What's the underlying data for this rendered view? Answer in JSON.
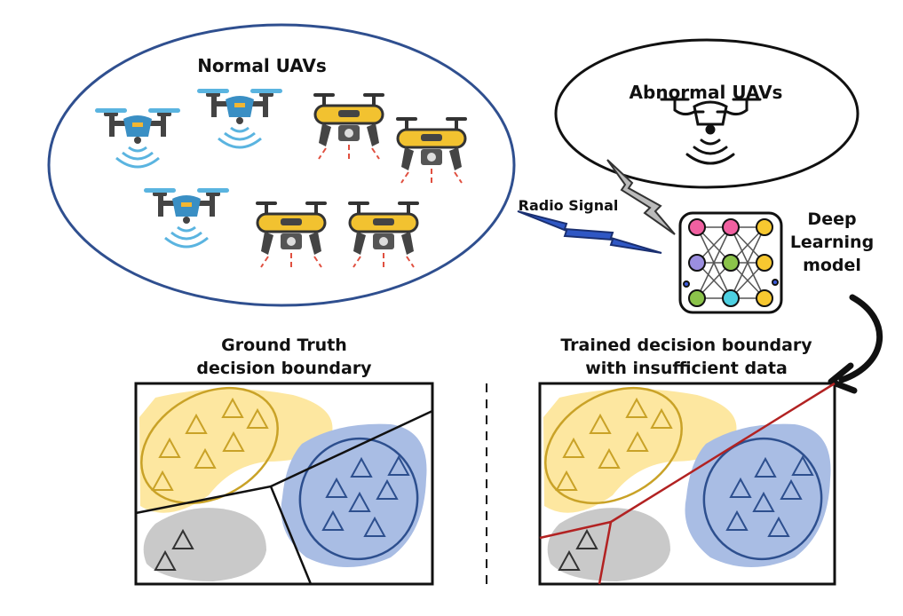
{
  "labels": {
    "normal_uavs": "Normal UAVs",
    "abnormal_uavs": "Abnormal UAVs",
    "radio_signal": "Radio Signal",
    "deep_learning_line1": "Deep",
    "deep_learning_line2": "Learning",
    "deep_learning_line3": "model",
    "ground_truth_line1": "Ground Truth",
    "ground_truth_line2": "decision boundary",
    "trained_line1": "Trained decision boundary",
    "trained_line2": "with insufficient data"
  },
  "colors": {
    "normal_ellipse": "#2f4f8f",
    "yellow_cluster_fill": "#fde7a0",
    "yellow_cluster_stroke": "#c9a227",
    "blue_cluster_fill": "#a9bde4",
    "blue_cluster_stroke": "#2d4f8e",
    "gray_cluster_fill": "#c9c9c9",
    "gray_triangle": "#333333",
    "trained_boundary": "#b22222",
    "radio_bolt_blue": "#2f57c4",
    "radio_bolt_gray": "#bbbbbb"
  },
  "icons": [
    "drone-wifi-icon",
    "drone-camera-icon",
    "drone-outline-icon",
    "neural-network-icon",
    "curved-arrow-icon",
    "lightning-icon"
  ]
}
